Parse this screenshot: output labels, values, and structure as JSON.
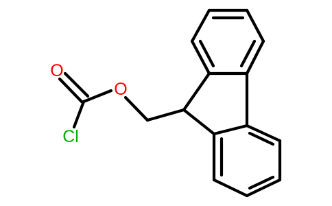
{
  "molecule": {
    "atoms": {
      "oxygen_carbonyl": "O",
      "oxygen_ester": "O",
      "chlorine": "Cl"
    }
  },
  "colors": {
    "bond": "#000000",
    "oxygen": "#ff0000",
    "chlorine": "#00b000",
    "background": "#ffffff"
  }
}
